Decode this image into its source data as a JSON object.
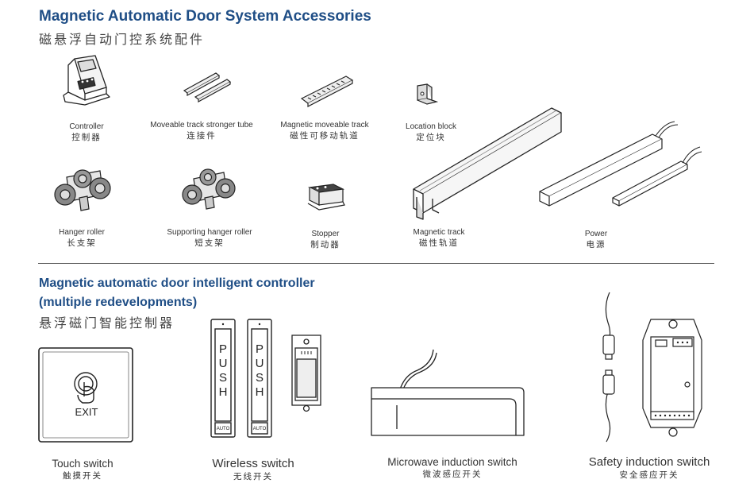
{
  "section1": {
    "title_en": "Magnetic  Automatic Door System Accessories",
    "title_cn": "磁悬浮自动门控系统配件",
    "items": [
      {
        "en": "Controller",
        "cn": "控制器"
      },
      {
        "en": "Moveable track stronger tube",
        "cn": "连接件"
      },
      {
        "en": "Magnetic moveable track",
        "cn": "磁性可移动轨道"
      },
      {
        "en": "Location block",
        "cn": "定位块"
      },
      {
        "en": "Hanger roller",
        "cn": "长支架"
      },
      {
        "en": "Supporting hanger roller",
        "cn": "短支架"
      },
      {
        "en": "Stopper",
        "cn": "制动器"
      },
      {
        "en": "Magnetic track",
        "cn": "磁性轨道"
      },
      {
        "en": "Power",
        "cn": "电源"
      }
    ]
  },
  "section2": {
    "title_en_line1": "Magnetic automatic door intelligent controller",
    "title_en_line2": "(multiple redevelopments)",
    "title_cn": "悬浮磁门智能控制器",
    "items": [
      {
        "en": "Touch switch",
        "cn": "触摸开关"
      },
      {
        "en": "Wireless switch",
        "cn": "无线开关"
      },
      {
        "en": "Microwave induction switch",
        "cn": "微波感应开关"
      },
      {
        "en": "Safety induction switch",
        "cn": "安全感应开关"
      }
    ],
    "exit_label": "EXIT",
    "push_letters": [
      "P",
      "U",
      "S",
      "H"
    ],
    "auto_label": "AUTO"
  },
  "colors": {
    "heading": "#1f4e86",
    "line": "#222222"
  }
}
